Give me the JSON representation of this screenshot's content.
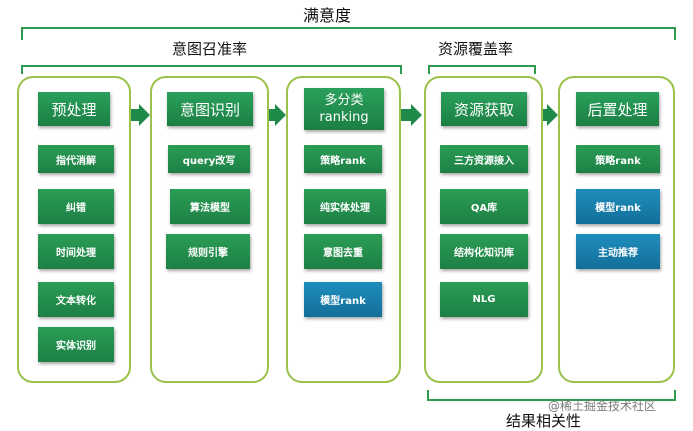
{
  "labels": {
    "top": "满意度",
    "intent": "意图召准率",
    "resource": "资源覆盖率",
    "bottom": "结果相关性"
  },
  "watermark": "@稀土掘金技术社区",
  "stages": [
    {
      "title": "预处理",
      "items": [
        {
          "label": "指代消解"
        },
        {
          "label": "纠错"
        },
        {
          "label": "时间处理"
        },
        {
          "label": "文本转化"
        },
        {
          "label": "实体识别"
        }
      ]
    },
    {
      "title": "意图识别",
      "items": [
        {
          "label": "query改写"
        },
        {
          "label": "算法模型"
        },
        {
          "label": "规则引擎"
        }
      ]
    },
    {
      "title": "多分类\nranking",
      "items": [
        {
          "label": "策略rank"
        },
        {
          "label": "纯实体处理"
        },
        {
          "label": "意图去重"
        },
        {
          "label": "模型rank"
        }
      ]
    },
    {
      "title": "资源获取",
      "items": [
        {
          "label": "三方资源接入"
        },
        {
          "label": "QA库"
        },
        {
          "label": "结构化知识库"
        },
        {
          "label": "NLG"
        }
      ]
    },
    {
      "title": "后置处理",
      "items": [
        {
          "label": "策略rank"
        },
        {
          "label": "模型rank"
        },
        {
          "label": "主动推荐"
        }
      ]
    }
  ],
  "colors": {
    "green_box": "#1f8a4a",
    "blue_box": "#1a82b2",
    "stage_border": "#9ac24a",
    "bracket": "#2e9b4f"
  }
}
